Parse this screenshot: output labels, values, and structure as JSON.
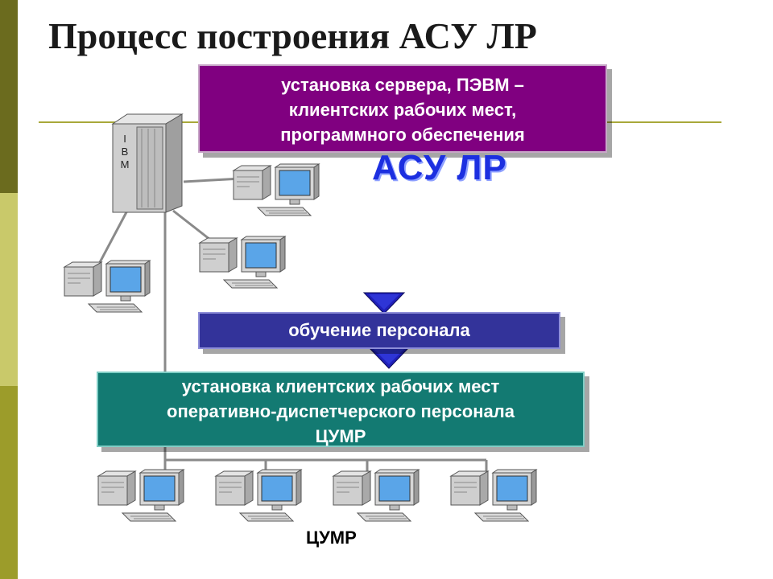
{
  "slide": {
    "title": "Процесс построения АСУ ЛР",
    "system_label": "АСУ ЛР",
    "bottom_label": "ЦУМР",
    "server_brand": [
      "I",
      "B",
      "M"
    ]
  },
  "steps": [
    {
      "lines": [
        "установка сервера, ПЭВМ –",
        "клиентских рабочих мест,",
        "программного обеспечения"
      ],
      "color": "#800080"
    },
    {
      "lines": [
        "обучение персонала"
      ],
      "color": "#33339a"
    },
    {
      "lines": [
        "установка клиентских рабочих мест",
        "оперативно-диспетчерского персонала",
        "ЦУМР"
      ],
      "color": "#137a72"
    }
  ],
  "icons": {
    "server": "server-tower-icon",
    "workstation": "workstation-icon",
    "arrow": "down-arrow-icon"
  }
}
